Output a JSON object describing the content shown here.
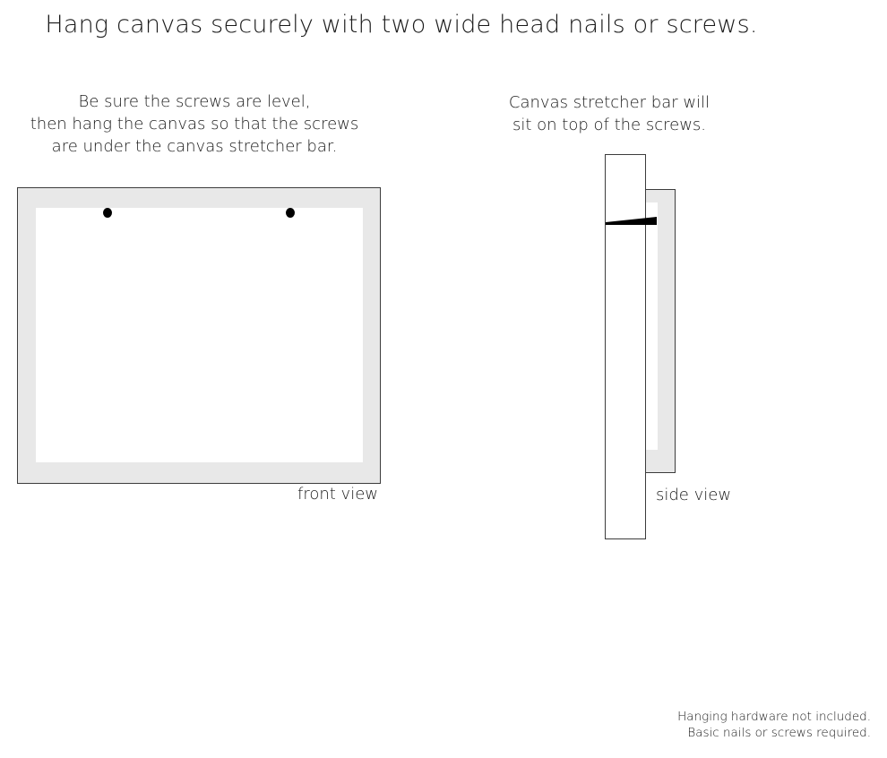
{
  "title": "Hang canvas securely with two wide head nails or screws.",
  "front_view": {
    "caption_lines": [
      "Be sure the screws are level,",
      "then hang the canvas so that the screws",
      "are under the canvas stretcher bar."
    ],
    "label": "front view"
  },
  "side_view": {
    "caption_lines": [
      "Canvas stretcher bar will",
      "sit on top of the screws."
    ],
    "label": "side view"
  },
  "footer": {
    "lines": [
      "Hanging hardware not included.",
      "Basic nails or screws required."
    ]
  },
  "colors": {
    "canvas_border": "#e8e8e8",
    "canvas_face": "#ffffff",
    "outline": "#3c3c3c",
    "screw": "#000000"
  }
}
